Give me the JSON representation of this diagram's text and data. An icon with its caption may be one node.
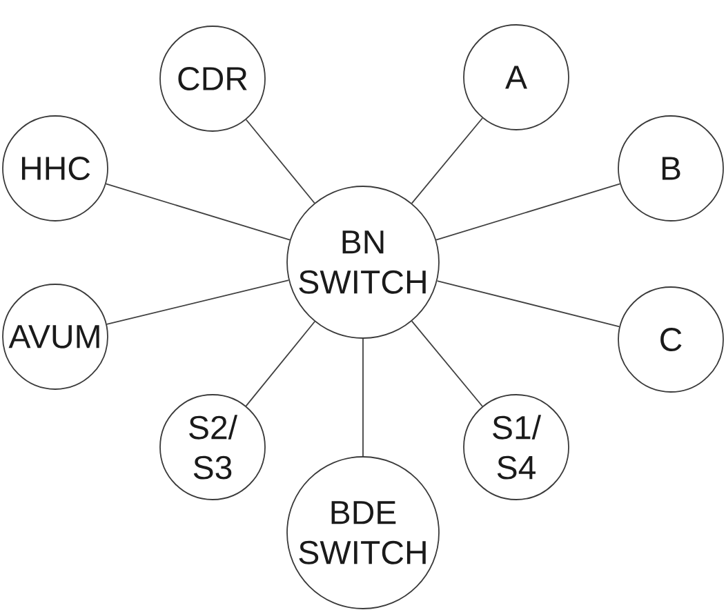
{
  "diagram": {
    "nodes": [
      {
        "text": [
          "CDR"
        ]
      },
      {
        "text": [
          "A"
        ]
      },
      {
        "text": [
          "HHC"
        ]
      },
      {
        "text": [
          "B"
        ]
      },
      {
        "text": [
          "BN SWITCH"
        ]
      },
      {
        "text": [
          "AVUM"
        ]
      },
      {
        "text": [
          "C"
        ]
      },
      {
        "text": [
          "S2/ S3"
        ]
      },
      {
        "text": [
          "S1/ S4"
        ]
      },
      {
        "text": [
          "BDE SWITCH"
        ]
      }
    ],
    "edges": [
      {
        "from": 4,
        "to": 0,
        "arrow": "none"
      },
      {
        "from": 4,
        "to": 1,
        "arrow": "none"
      },
      {
        "from": 4,
        "to": 2,
        "arrow": "none"
      },
      {
        "from": 4,
        "to": 3,
        "arrow": "none"
      },
      {
        "from": 4,
        "to": 5,
        "arrow": "none"
      },
      {
        "from": 4,
        "to": 6,
        "arrow": "none"
      },
      {
        "from": 4,
        "to": 7,
        "arrow": "none"
      },
      {
        "from": 4,
        "to": 8,
        "arrow": "none"
      },
      {
        "from": 4,
        "to": 9,
        "arrow": "none"
      }
    ]
  }
}
